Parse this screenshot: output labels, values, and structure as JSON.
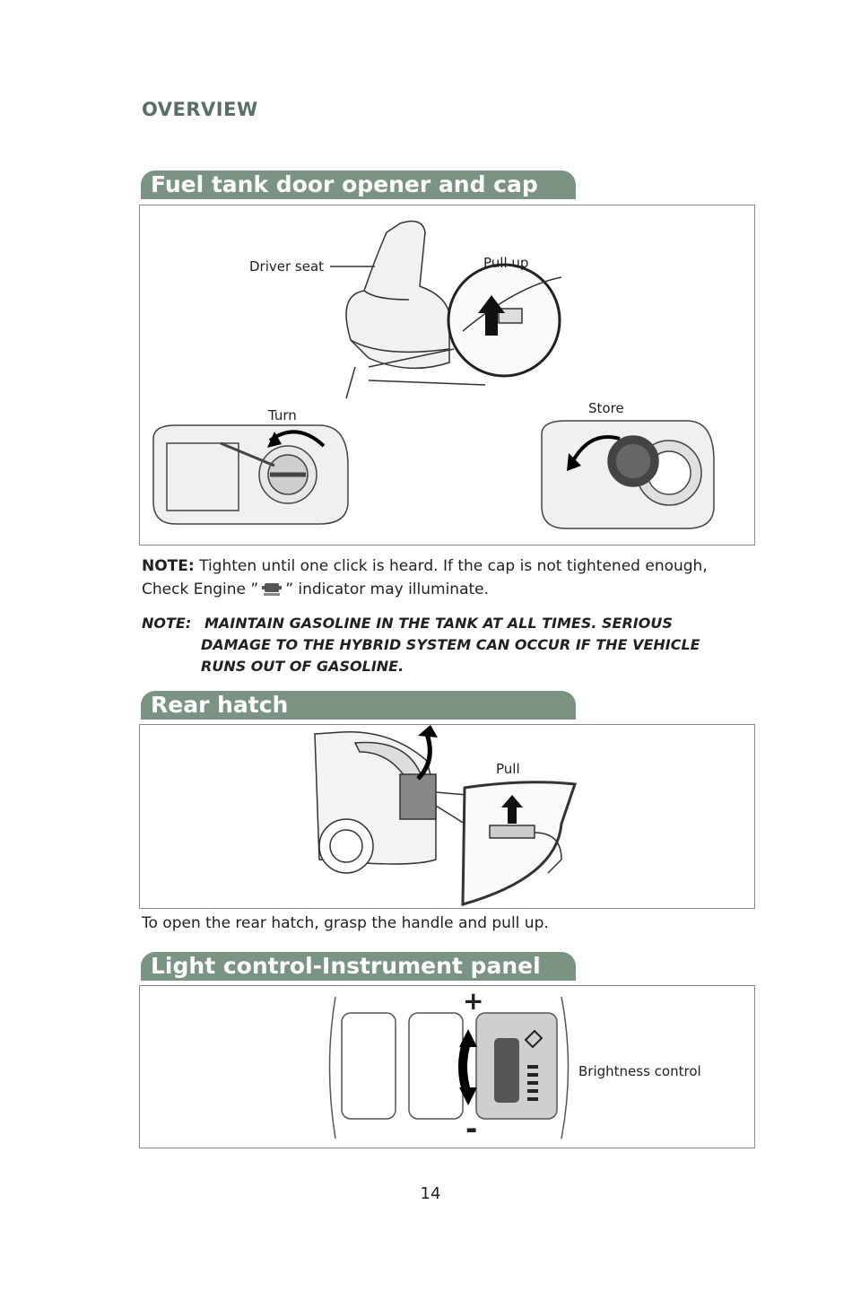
{
  "page": {
    "header": "OVERVIEW",
    "page_number": "14"
  },
  "fuel": {
    "title": "Fuel tank door opener and cap",
    "labels": {
      "driver_seat": "Driver seat",
      "pull_up": "Pull up",
      "turn": "Turn",
      "store": "Store"
    },
    "note_label": "NOTE:",
    "note_line1": "Tighten until one click is heard. If the cap is not tightened enough,",
    "note_line2_before": "Check Engine ”",
    "note_line2_after": "” indicator may illuminate.",
    "caps_note_label": "NOTE:",
    "caps_note_line1": "MAINTAIN GASOLINE IN THE TANK AT ALL TIMES. SERIOUS",
    "caps_note_line2": "DAMAGE TO THE HYBRID SYSTEM CAN OCCUR IF THE VEHICLE",
    "caps_note_line3": "RUNS OUT OF GASOLINE."
  },
  "rear": {
    "title": "Rear hatch",
    "labels": {
      "pull": "Pull"
    },
    "body": "To open the rear hatch, grasp the handle and pull up."
  },
  "light": {
    "title": "Light control-Instrument panel",
    "labels": {
      "plus": "+",
      "minus": "-",
      "brightness": "Brightness control"
    }
  },
  "icons": [
    "check-engine-icon",
    "arrow-up-icon",
    "curved-arrow-icon"
  ],
  "colors": {
    "section_tab": "#7a9383",
    "header_text": "#5a6e65"
  }
}
